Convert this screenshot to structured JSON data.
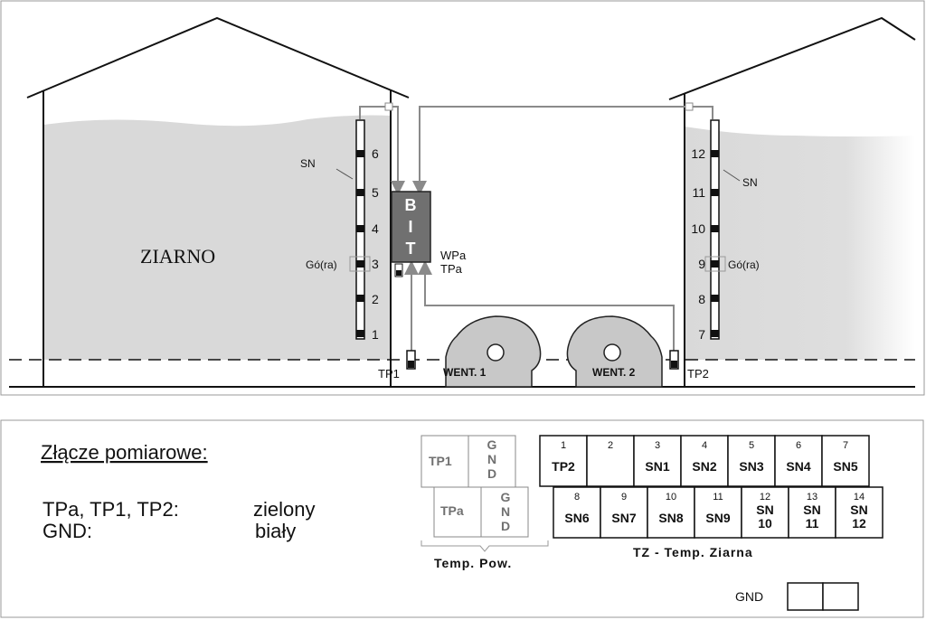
{
  "diagram": {
    "grain_label": "ZIARNO",
    "bit_letters": [
      "B",
      "I",
      "T"
    ],
    "bit_side_labels": [
      "WPa",
      "TPa"
    ],
    "sn_label_left": "SN",
    "sn_label_right": "SN",
    "sensor_left_label": "Gó(ra)",
    "sensor_right_label": "Gó(ra)",
    "sensor_numbers_left": [
      "6",
      "5",
      "4",
      "3",
      "2",
      "1"
    ],
    "sensor_numbers_right": [
      "12",
      "11",
      "10",
      "9",
      "8",
      "7"
    ],
    "tp1_label": "TP1",
    "tp2_label": "TP2",
    "fan1_label": "WENT. 1",
    "fan2_label": "WENT. 2",
    "colors": {
      "grain_fill": "#d9d9d9",
      "bit_fill": "#707070",
      "fan_fill": "#c8c8c8",
      "wire": "#8a8a8a"
    }
  },
  "legend": {
    "title": "Złącze pomiarowe:",
    "row1_left": "TPa, TP1, TP2:",
    "row1_right": "zielony",
    "row2_left": "GND:",
    "row2_right": "biały",
    "conn_tp1": "TP1",
    "conn_tpa": "TPa",
    "gnd_letters": [
      "G",
      "N",
      "D"
    ],
    "temp_pow_label": "Temp. Pow.",
    "tz_row1": [
      {
        "num": "1",
        "label": "TP2"
      },
      {
        "num": "2",
        "label": ""
      },
      {
        "num": "3",
        "label": "SN1"
      },
      {
        "num": "4",
        "label": "SN2"
      },
      {
        "num": "5",
        "label": "SN3"
      },
      {
        "num": "6",
        "label": "SN4"
      },
      {
        "num": "7",
        "label": "SN5"
      }
    ],
    "tz_row2": [
      {
        "num": "8",
        "label": "SN6"
      },
      {
        "num": "9",
        "label": "SN7"
      },
      {
        "num": "10",
        "label": "SN8"
      },
      {
        "num": "11",
        "label": "SN9"
      },
      {
        "num": "12",
        "label": "SN 10"
      },
      {
        "num": "13",
        "label": "SN 11"
      },
      {
        "num": "14",
        "label": "SN 12"
      }
    ],
    "tz_label": "TZ - Temp. Ziarna",
    "gnd_label": "GND"
  }
}
